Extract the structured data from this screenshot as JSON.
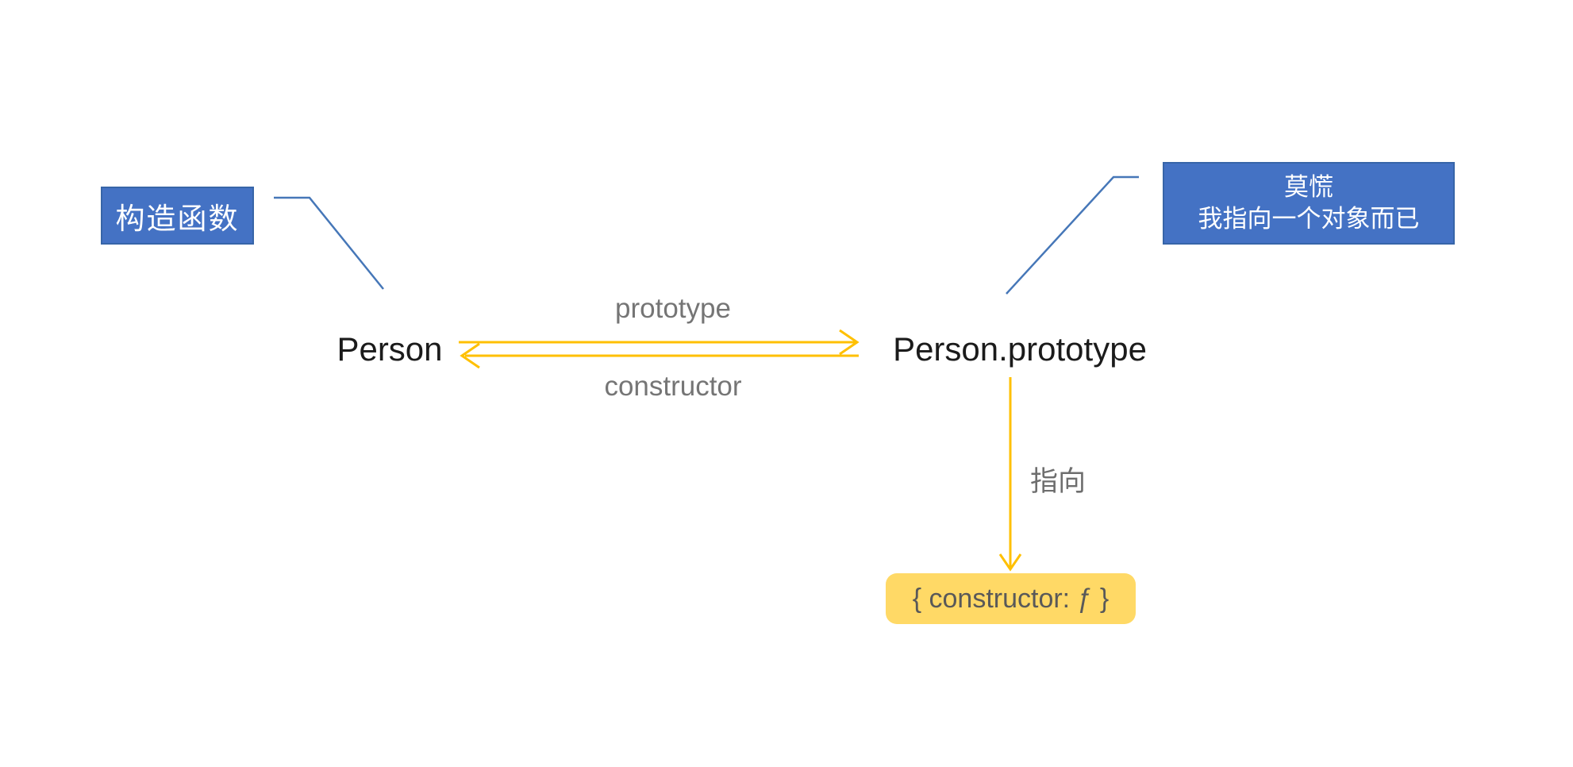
{
  "diagram": {
    "background": "#FFFFFF",
    "nodes": {
      "person": {
        "label": "Person"
      },
      "person_prototype": {
        "label": "Person.prototype"
      },
      "prototype_object": {
        "label": "{ constructor: ƒ }",
        "fill": "#FFD966",
        "text_color": "#595959"
      }
    },
    "edges": {
      "prototype": {
        "label": "prototype",
        "color": "#FFC000",
        "from": "Person",
        "to": "Person.prototype"
      },
      "constructor": {
        "label": "constructor",
        "color": "#FFC000",
        "from": "Person.prototype",
        "to": "Person"
      },
      "points_to": {
        "label": "指向",
        "color": "#FFC000",
        "from": "Person.prototype",
        "to": "{ constructor: ƒ }"
      }
    },
    "callouts": {
      "left": {
        "text": "构造函数",
        "fill": "#4472C4",
        "border": "#3765A8",
        "text_color": "#FFFFFF"
      },
      "right": {
        "line1": "莫慌",
        "line2": "我指向一个对象而已",
        "fill": "#4472C4",
        "border": "#3765A8",
        "text_color": "#FFFFFF"
      }
    },
    "colors": {
      "connector_blue": "#4677B8",
      "arrow_yellow": "#FFC000",
      "edge_label_gray": "#757575",
      "node_text": "#1B1B1B"
    }
  }
}
